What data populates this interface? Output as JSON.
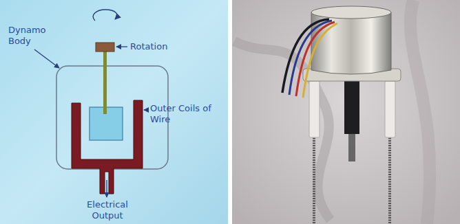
{
  "diagram": {
    "labels": [
      "Rotation",
      "Dynamo Body",
      "Outer Coils of Wire",
      "Electrical Output"
    ]
  }
}
